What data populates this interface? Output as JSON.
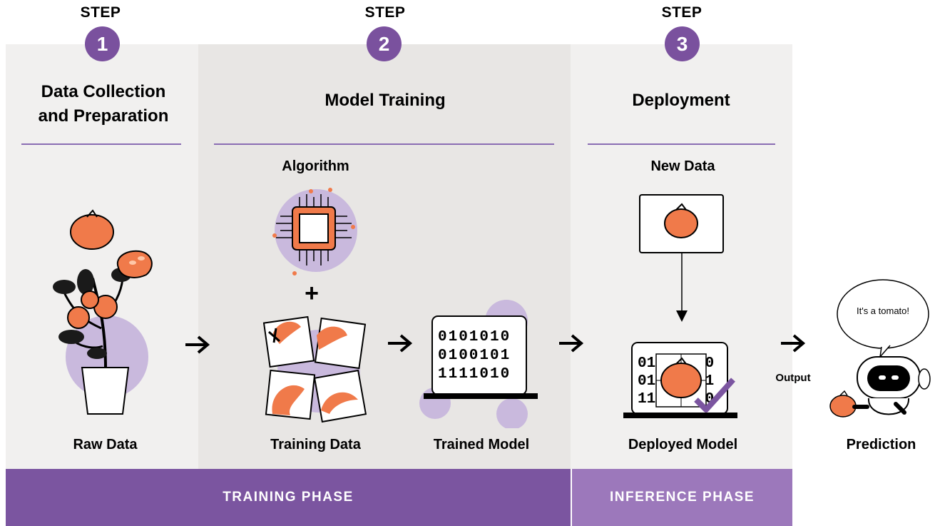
{
  "steps": [
    {
      "word": "STEP",
      "number": "1",
      "title_lines": [
        "Data Collection",
        "and Preparation"
      ]
    },
    {
      "word": "STEP",
      "number": "2",
      "title_lines": [
        "Model Training"
      ]
    },
    {
      "word": "STEP",
      "number": "3",
      "title_lines": [
        "Deployment"
      ]
    }
  ],
  "labels": {
    "raw_data": "Raw Data",
    "algorithm": "Algorithm",
    "plus": "+",
    "training_data": "Training Data",
    "trained_model": "Trained Model",
    "new_data": "New Data",
    "deployed_model": "Deployed Model",
    "output": "Output",
    "prediction": "Prediction",
    "speech": "It's a tomato!"
  },
  "binary_trained": [
    "0101010",
    "0100101",
    "1111010"
  ],
  "binary_deployed": {
    "left": [
      "01",
      "01",
      "11"
    ],
    "right": [
      "10",
      "01",
      "10"
    ]
  },
  "phases": {
    "training": "TRAINING PHASE",
    "inference": "INFERENCE PHASE"
  },
  "colors": {
    "purple": "#7b55a0",
    "light_purple": "#9c78bb",
    "tomato": "#f07a4a",
    "lavender": "#c9b9dd"
  }
}
